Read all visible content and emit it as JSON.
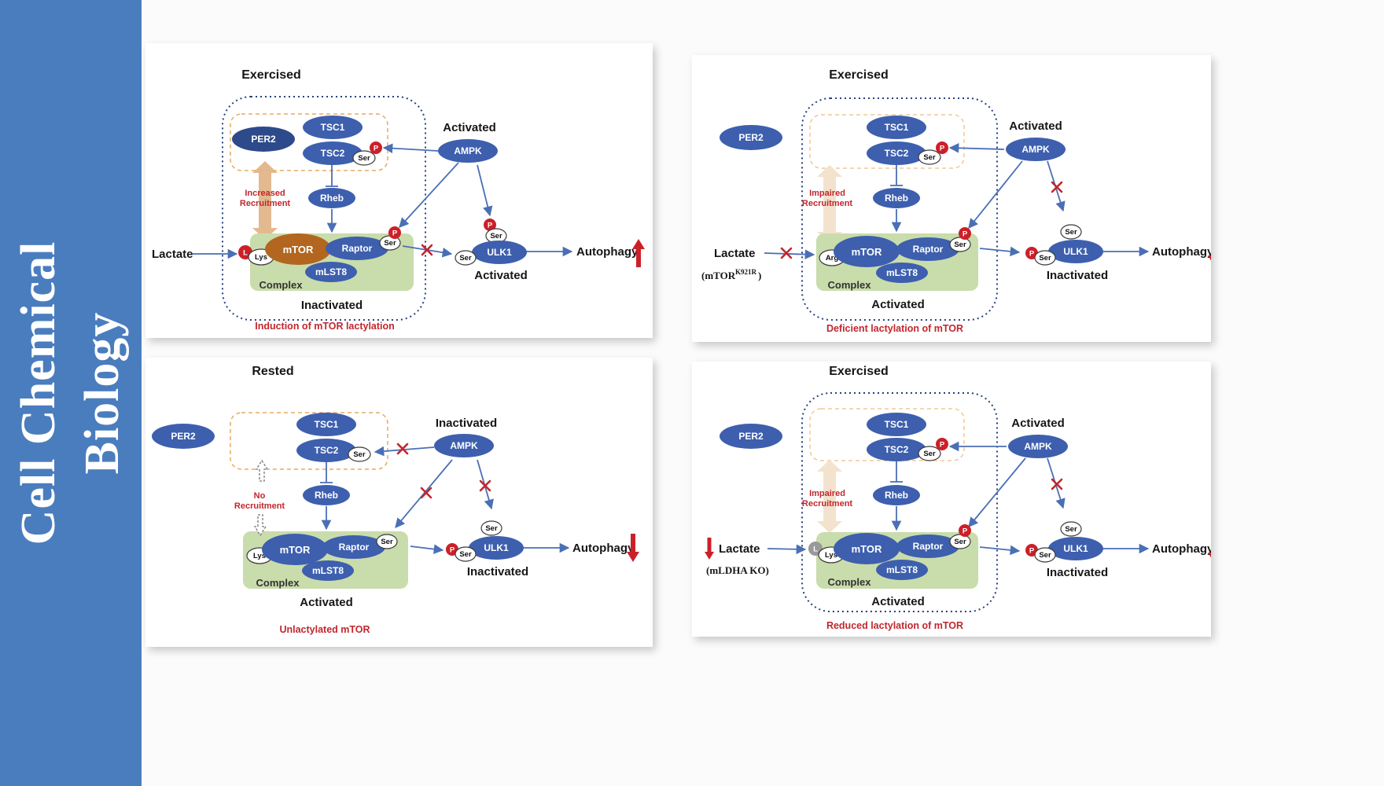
{
  "journal": {
    "line1": "Cell Chemical",
    "line2": "Biology"
  },
  "labels": {
    "per2": "PER2",
    "tsc1": "TSC1",
    "tsc2": "TSC2",
    "ampk": "AMPK",
    "rheb": "Rheb",
    "mtor": "mTOR",
    "raptor": "Raptor",
    "mlst8": "mLST8",
    "ulk1": "ULK1",
    "ser": "Ser",
    "lys": "Lys",
    "arg": "Arg",
    "p": "P",
    "l": "L",
    "complex": "Complex",
    "lactate": "Lactate",
    "autophagy": "Autophagy"
  },
  "panels": {
    "p1": {
      "condition": "Exercised",
      "ampk_state": "Activated",
      "recruitment1": "Increased",
      "recruitment2": "Recruitment",
      "complex_state": "Inactivated",
      "ulk1_state": "Activated",
      "caption": "Induction of mTOR lactylation"
    },
    "p2": {
      "condition": "Exercised",
      "ampk_state": "Activated",
      "recruitment1": "Impaired",
      "recruitment2": "Recruitment",
      "complex_state": "Activated",
      "ulk1_state": "Inactivated",
      "mutant_pre": "(mTOR",
      "mutant_sup": "K921R",
      "mutant_post": ")",
      "caption": "Deficient lactylation of mTOR"
    },
    "p3": {
      "condition": "Rested",
      "ampk_state": "Inactivated",
      "recruitment1": "No",
      "recruitment2": "Recruitment",
      "complex_state": "Activated",
      "ulk1_state": "Inactivated",
      "caption": "Unlactylated mTOR"
    },
    "p4": {
      "condition": "Exercised",
      "ampk_state": "Activated",
      "recruitment1": "Impaired",
      "recruitment2": "Recruitment",
      "complex_state": "Activated",
      "ulk1_state": "Inactivated",
      "ko_label": "(mLDHA KO)",
      "caption": "Reduced lactylation of mTOR"
    }
  },
  "colors": {
    "sidebar": "#4a7dbe",
    "protein": "#3d5fae",
    "protein_dark": "#2d4a8a",
    "mtor_lactylated": "#b2661f",
    "complex_bg": "#c9dcab",
    "phospho": "#cc2029",
    "arrow": "#4a6fb5",
    "red_text": "#c1272d",
    "tan_arrow": "#e0b183"
  }
}
